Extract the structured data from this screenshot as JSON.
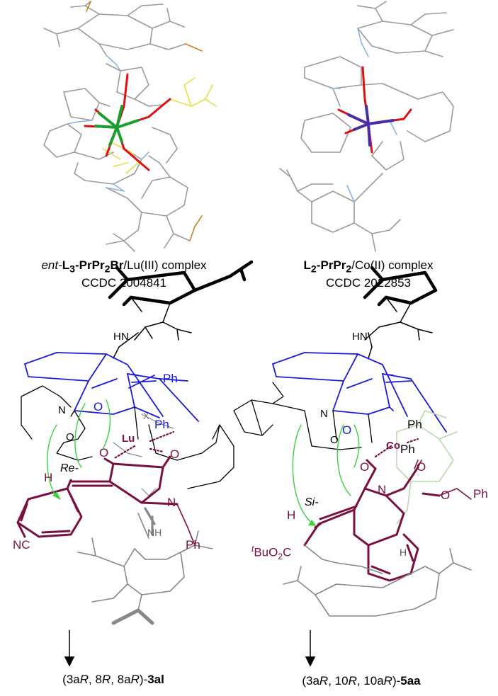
{
  "crystal_left": {
    "caption_line1_prefix": "ent-",
    "caption_line1_ligand": "L",
    "caption_line1_ligand_sub": "3",
    "caption_line1_tail": "-PrPr",
    "caption_line1_tail_sub": "2",
    "caption_line1_tail2": "Br",
    "caption_line1_metal": "/Lu(III) complex",
    "caption_line2": "CCDC 2004841"
  },
  "crystal_right": {
    "caption_line1_ligand": "L",
    "caption_line1_ligand_sub": "2",
    "caption_line1_tail": "-PrPr",
    "caption_line1_tail_sub": "2",
    "caption_line1_metal": "/Co(II) complex",
    "caption_line2": "CCDC 2022853"
  },
  "model_left": {
    "labels": {
      "hn": "HN",
      "ph1": "Ph",
      "ph2": "Ph",
      "n": "N",
      "o_ring": "O",
      "o_noxide": "O",
      "lu": "Lu",
      "o1": "O",
      "o2": "O",
      "n_imide": "N",
      "ph3": "Ph",
      "h": "H",
      "re": "Re-",
      "nc": "NC",
      "nh": "NH",
      "x": "X"
    },
    "product_prefix": "(3a",
    "product_r1": "R",
    "product_mid1": ", 8",
    "product_r2": "R",
    "product_mid2": ", 8a",
    "product_r3": "R",
    "product_suffix": ")-",
    "product_id": "3al"
  },
  "model_right": {
    "labels": {
      "hn": "HN",
      "ph1": "Ph",
      "ph2": "Ph",
      "n": "N",
      "o_ring": "O",
      "o_noxide": "O",
      "co": "Co",
      "o1": "O",
      "o2": "O",
      "n_imide": "N",
      "o_ester": "O",
      "ph3": "Ph",
      "h": "H",
      "si": "Si-",
      "tbu_t": "t",
      "tbu": "BuO",
      "tbu_sub": "2",
      "tbu_c": "C",
      "h2": "H"
    },
    "product_prefix": "(3a",
    "product_r1": "R",
    "product_mid1": ", 10",
    "product_r2": "R",
    "product_mid2": ", 10a",
    "product_r3": "R",
    "product_suffix": ")-",
    "product_id": "5aa"
  },
  "colors": {
    "metal_lu": "#1a9e2e",
    "metal_co": "#4b2ca3",
    "oxygen": "#e01010",
    "nitrogen": "#8ab4e0",
    "bromine": "#c8821e",
    "fluorine": "#e8e84a",
    "carbon": "#999999",
    "ligand_blue": "#1a1adc",
    "substrate": "#7a1040",
    "arrow_green": "#3dd13d"
  }
}
